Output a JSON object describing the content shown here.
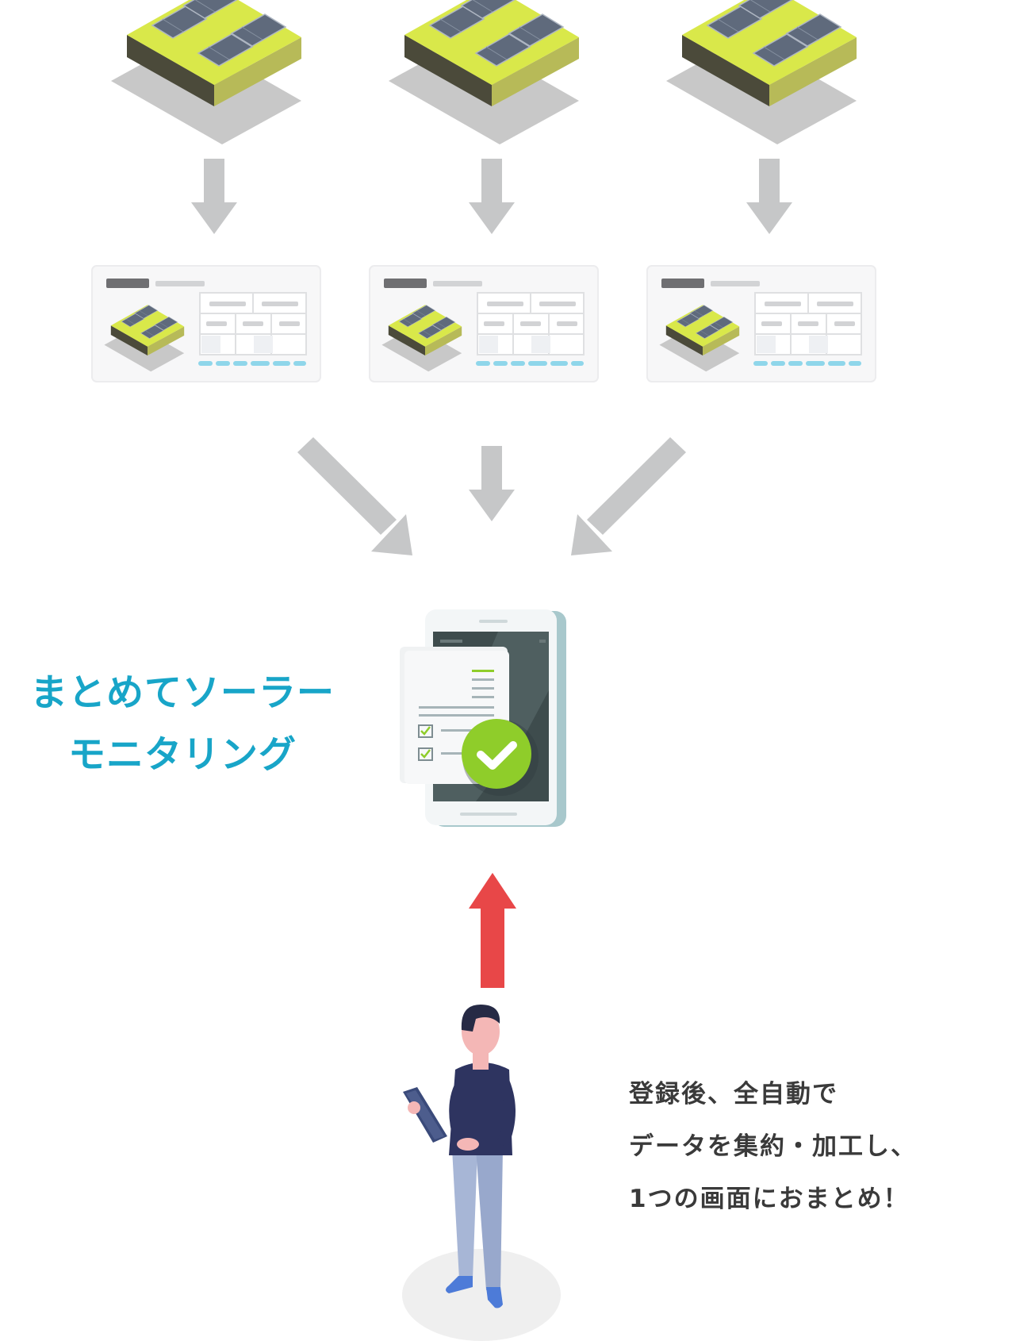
{
  "title": {
    "line1": "まとめてソーラー",
    "line2": "モニタリング"
  },
  "description": {
    "line1": "登録後、全自動で",
    "line2": "データを集約・加工し、",
    "line3": "1つの画面におまとめ！"
  },
  "colors": {
    "title_text": "#18a5c8",
    "arrow_gray": "#c6c7c8",
    "arrow_red": "#e84748",
    "check_green": "#8fcd2a",
    "roof_top": "#d9e84a",
    "roof_side": "#b8bd5a",
    "panel": "#5f6a7c",
    "card_bg": "#f7f7f8",
    "card_accent": "#8fd6ea"
  },
  "icons": {
    "solar_plant": "solar-roof-illustration",
    "dashboard": "monitoring-dashboard-card",
    "phone": "smartphone-check-illustration",
    "person": "person-with-tablet-illustration"
  }
}
